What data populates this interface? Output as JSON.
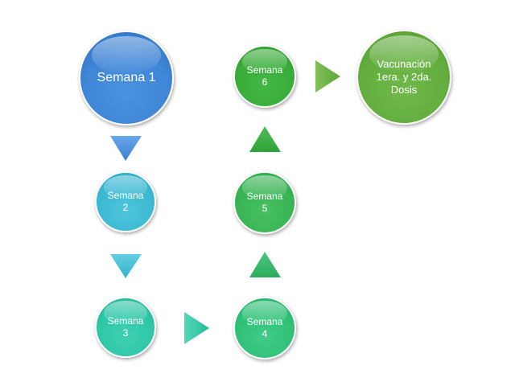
{
  "diagram": {
    "nodes": [
      {
        "id": "semana1",
        "label": "Semana 1",
        "color": "#3f86d6"
      },
      {
        "id": "semana2",
        "label": "Semana\n2",
        "color": "#3bb8d2"
      },
      {
        "id": "semana3",
        "label": "Semana\n3",
        "color": "#2ec6a6"
      },
      {
        "id": "semana4",
        "label": "Semana\n4",
        "color": "#2fc077"
      },
      {
        "id": "semana5",
        "label": "Semana\n5",
        "color": "#39b454"
      },
      {
        "id": "semana6",
        "label": "Semana\n6",
        "color": "#38ab38"
      },
      {
        "id": "vacunacion",
        "label": "Vacunación\n1era. y 2da.\nDosis",
        "color": "#62ad3d"
      }
    ],
    "arrows": [
      {
        "from": "semana1",
        "to": "semana2",
        "direction": "down",
        "color": "#4a8fde"
      },
      {
        "from": "semana2",
        "to": "semana3",
        "direction": "down",
        "color": "#3fc0d6"
      },
      {
        "from": "semana3",
        "to": "semana4",
        "direction": "right",
        "color": "#34c8a4"
      },
      {
        "from": "semana4",
        "to": "semana5",
        "direction": "up",
        "color": "#33b86a"
      },
      {
        "from": "semana5",
        "to": "semana6",
        "direction": "up",
        "color": "#3cae45"
      },
      {
        "from": "semana6",
        "to": "vacunacion",
        "direction": "right",
        "color": "#69b044"
      }
    ]
  }
}
